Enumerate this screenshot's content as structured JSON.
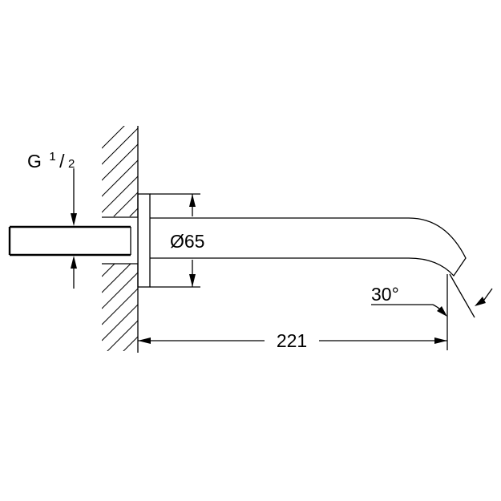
{
  "drawing": {
    "thread_label": {
      "prefix": "G",
      "numerator": "1",
      "slash": "/",
      "denominator": "2"
    },
    "diameter_label": "Ø65",
    "angle_label": "30°",
    "length_label": "221"
  }
}
